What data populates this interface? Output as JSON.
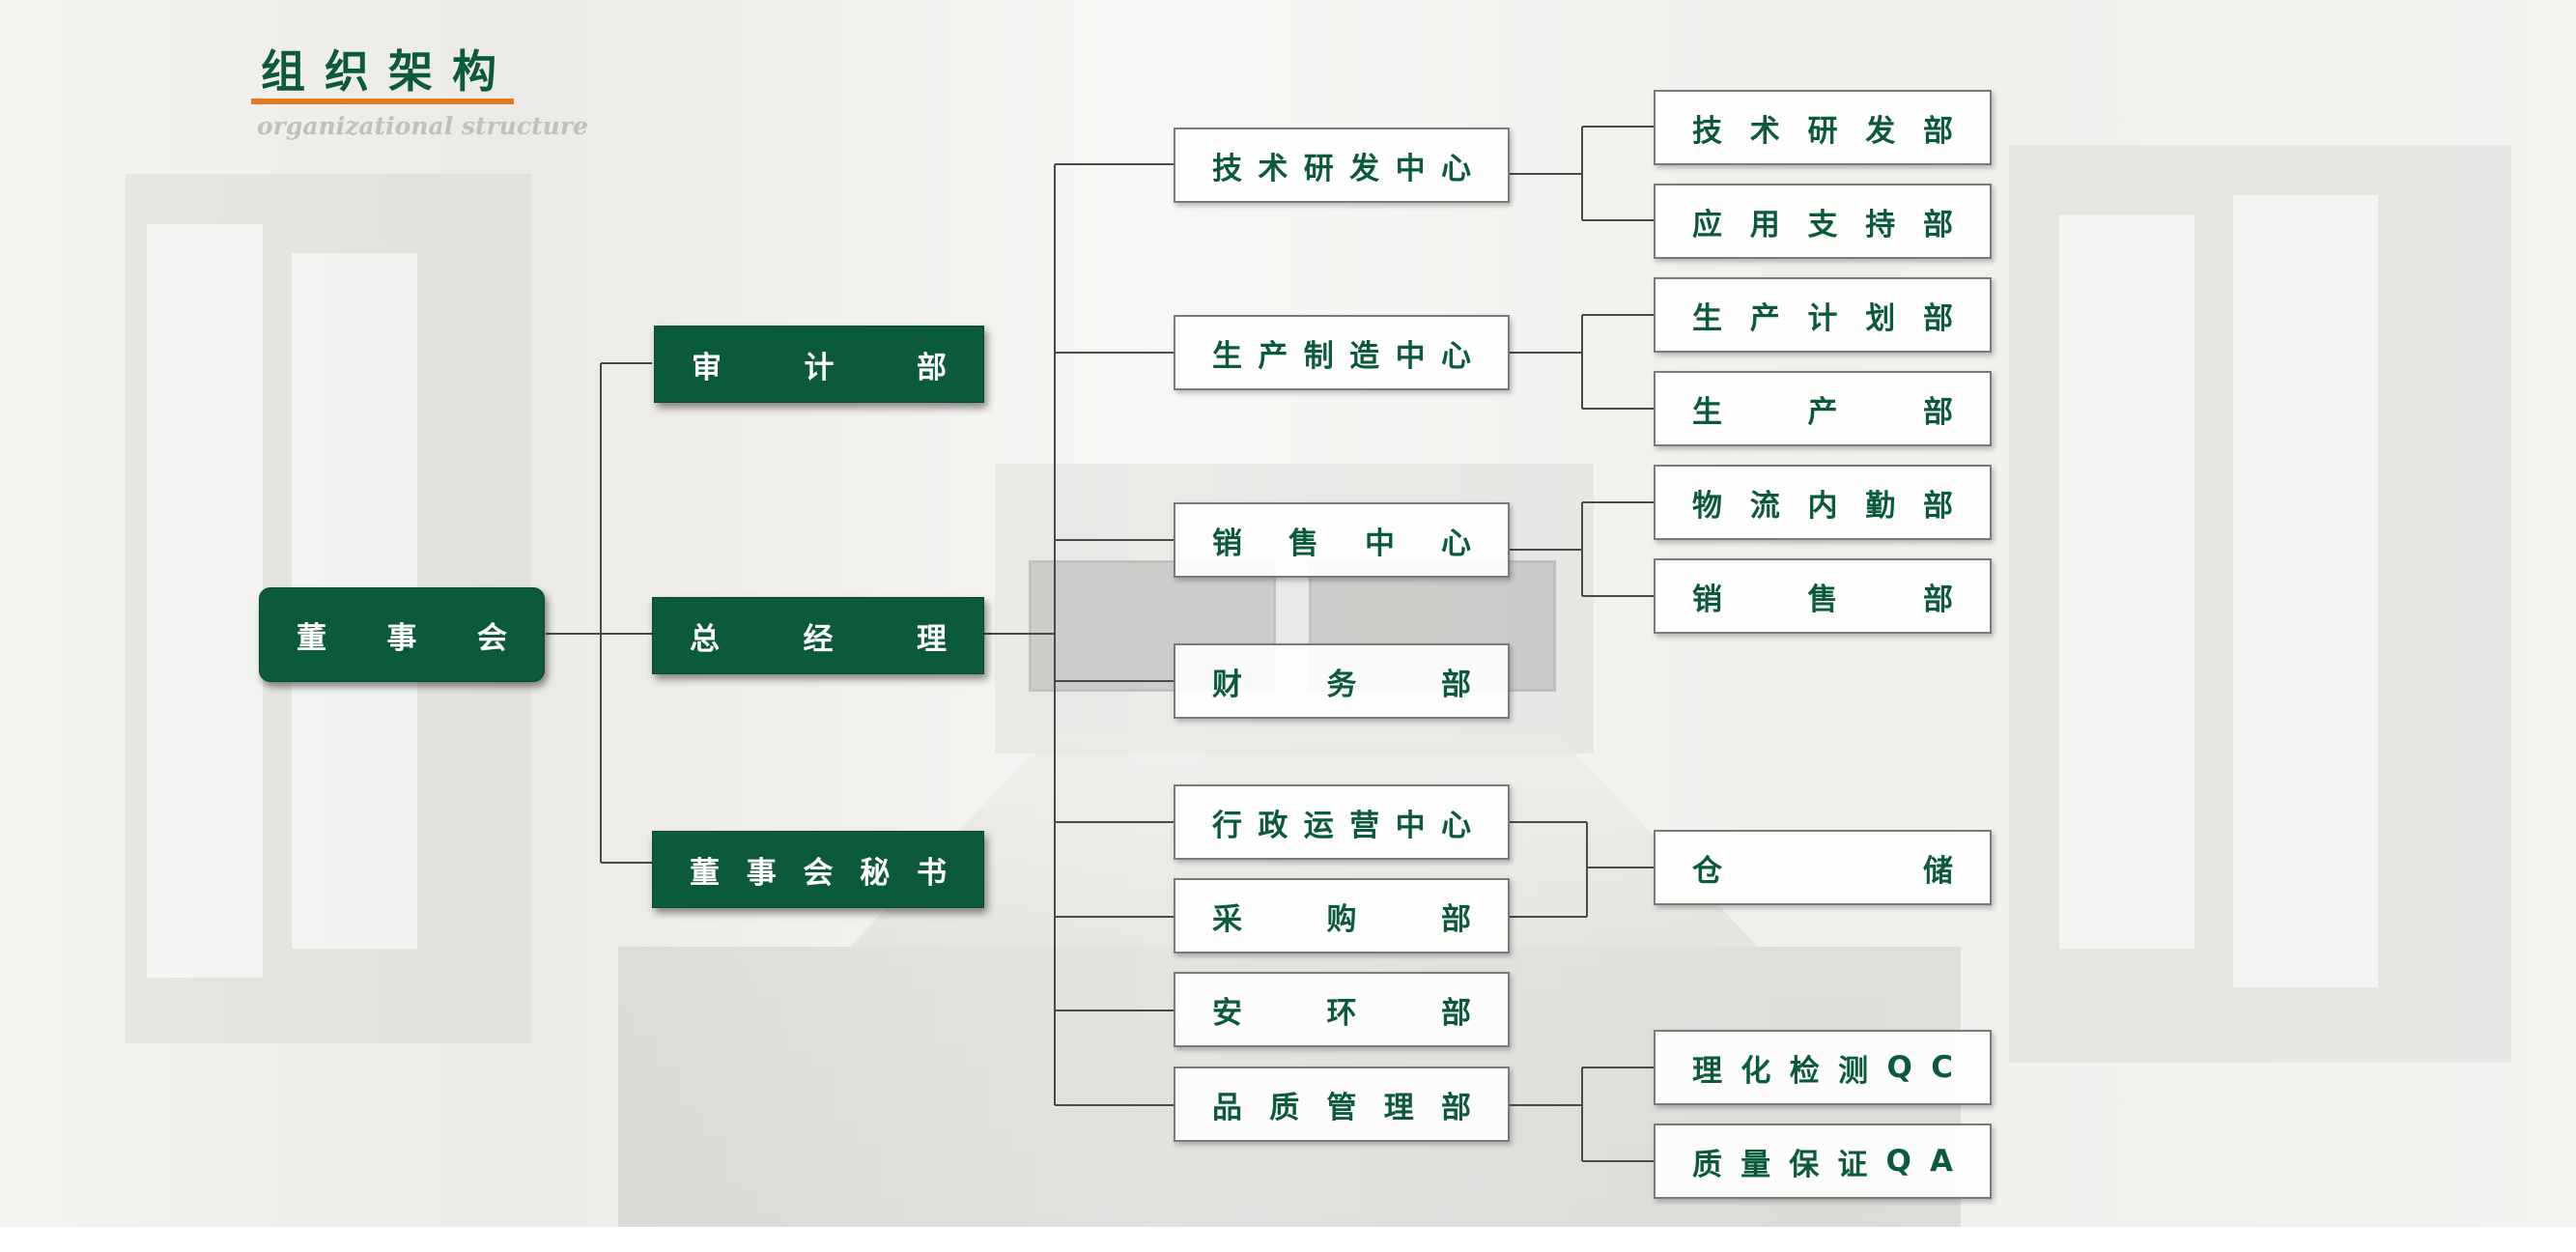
{
  "header": {
    "title": "组织架构",
    "subtitle": "organizational structure"
  },
  "colors": {
    "dark_box": "#0b5a3a",
    "accent_bar": "#e07a24",
    "light_box_text": "#0b5a3a",
    "connector": "#4a4a4a"
  },
  "nodes": {
    "board": "董事会",
    "audit": "审计部",
    "gm": "总经理",
    "secretary": "董事会秘书",
    "tech_center": "技术研发中心",
    "prod_center": "生产制造中心",
    "sales_center": "销售中心",
    "finance": "财务部",
    "admin_center": "行政运营中心",
    "purchase": "采购部",
    "safety": "安环部",
    "quality": "品质管理部",
    "tech_dept": "技术研发部",
    "app_support": "应用支持部",
    "prod_plan": "生产计划部",
    "production": "生产部",
    "logistics": "物流内勤部",
    "sales_dept": "销售部",
    "warehouse": "仓储",
    "qc": "理化检测QC",
    "qa": "质量保证QA"
  }
}
